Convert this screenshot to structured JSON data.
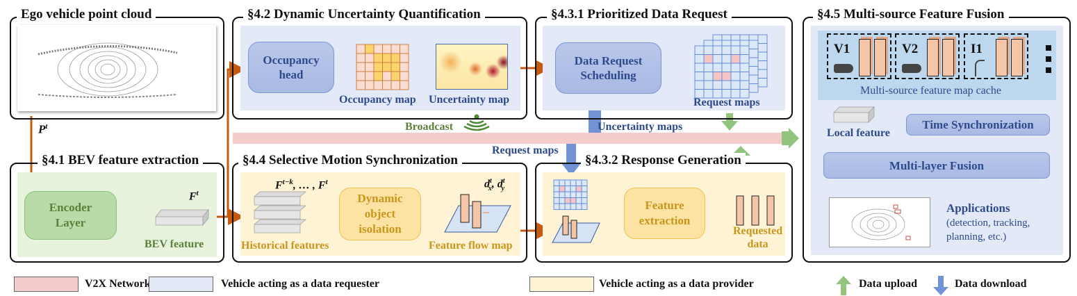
{
  "colors": {
    "v2x_network": "#f5cccc",
    "requester": "#e3e9f6",
    "provider": "#fff3d6",
    "upload_arrow": "#92c47d",
    "download_arrow": "#7193d6",
    "flow_arrow": "#c55a11",
    "blue_text": "#2d4a8c",
    "gold_text": "#c8961a",
    "green_text": "#5c7f3a"
  },
  "ego": {
    "title": "Ego vehicle point cloud",
    "signal": "P",
    "signal_sup": "t"
  },
  "bev": {
    "title": "§4.1 BEV feature extraction",
    "encoder_line1": "Encoder",
    "encoder_line2": "Layer",
    "feature_symbol": "F",
    "feature_sup": "t",
    "feature_label": "BEV feature"
  },
  "uncertainty": {
    "title": "§4.2 Dynamic Uncertainty Quantification",
    "head_line1": "Occupancy",
    "head_line2": "head",
    "occupancy_label": "Occupancy map",
    "uncertainty_label": "Uncertainty map"
  },
  "broadcast": {
    "label": "Broadcast"
  },
  "request": {
    "title": "§4.3.1 Prioritized Data Request",
    "scheduler_line1": "Data Request",
    "scheduler_line2": "Scheduling",
    "maps_label": "Request maps"
  },
  "network_labels": {
    "uncertainty_maps": "Uncertainty maps",
    "request_maps": "Request maps"
  },
  "motion": {
    "title": "§4.4  Selective Motion Synchronization",
    "history_symbol": "F",
    "history_sup1": "t−k",
    "history_mid": ", … , ",
    "history_sup2": "t",
    "history_label": "Historical features",
    "isolation_line1": "Dynamic",
    "isolation_line2": "object",
    "isolation_line3": "isolation",
    "flow_symbol": "d",
    "flow_sup": "t",
    "flow_sub_x": "x",
    "flow_sub_y": "y",
    "flow_label": "Feature flow map"
  },
  "response": {
    "title": "§4.3.2 Response Generation",
    "extract_line1": "Feature",
    "extract_line2": "extraction",
    "requested_line1": "Requested",
    "requested_line2": "data"
  },
  "fusion": {
    "title": "§4.5 Multi-source Feature Fusion",
    "sources": [
      {
        "label": "V1",
        "icon": "car-icon"
      },
      {
        "label": "V2",
        "icon": "car-icon"
      },
      {
        "label": "I1",
        "icon": "streetlight-icon"
      }
    ],
    "cache_label": "Multi-source feature map cache",
    "local_label": "Local feature",
    "time_sync": "Time Synchronization",
    "multi_layer": "Multi-layer Fusion",
    "applications_title": "Applications",
    "applications_line1": "(detection,  tracking,",
    "applications_line2": "planning, etc.)"
  },
  "legend": {
    "v2x": "V2X   Network",
    "requester": "Vehicle acting as a data requester",
    "provider": "Vehicle acting as a data provider",
    "upload": "Data upload",
    "download": "Data download"
  }
}
